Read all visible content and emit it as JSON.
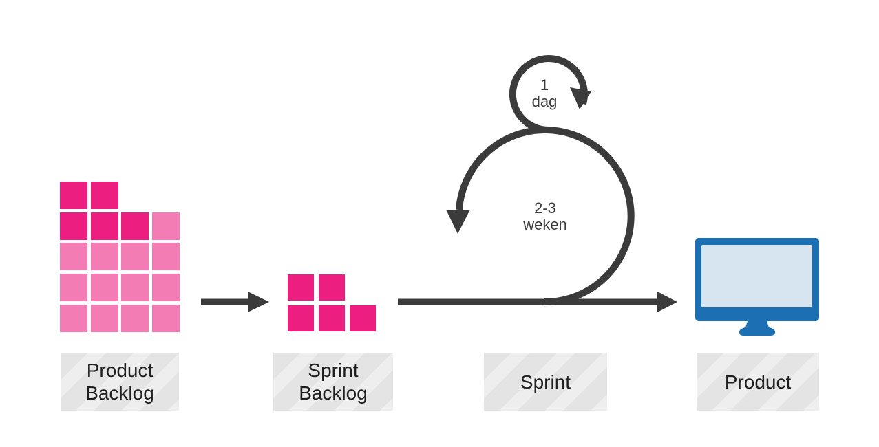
{
  "stages": [
    {
      "name": "product-backlog",
      "label": "Product\nBacklog"
    },
    {
      "name": "sprint-backlog",
      "label": "Sprint\nBacklog"
    },
    {
      "name": "sprint",
      "label": "Sprint"
    },
    {
      "name": "product",
      "label": "Product"
    }
  ],
  "loop_annotations": {
    "daily": "1\ndag",
    "sprint": "2-3\nweken"
  },
  "grids": {
    "product_backlog": [
      [
        "dark",
        "dark"
      ],
      [
        "dark",
        "dark",
        "dark",
        "light"
      ],
      [
        "light",
        "light",
        "light",
        "light"
      ],
      [
        "light",
        "light",
        "light",
        "light"
      ],
      [
        "light",
        "light",
        "light",
        "light"
      ]
    ],
    "sprint_backlog": [
      [
        "dark",
        "dark"
      ],
      [
        "dark",
        "dark",
        "dark"
      ]
    ]
  },
  "colors": {
    "canvas_bg": "#ffffff",
    "square_dark": "#ec1e80",
    "square_light": "#f37cb4",
    "arrow": "#3b3b3b",
    "label_bg": "#e4e4e4",
    "label_stripe": "#eeeeee",
    "label_text": "#1f1f1f",
    "monitor_frame": "#1b6fb2",
    "monitor_screen": "#d7e5f1"
  }
}
